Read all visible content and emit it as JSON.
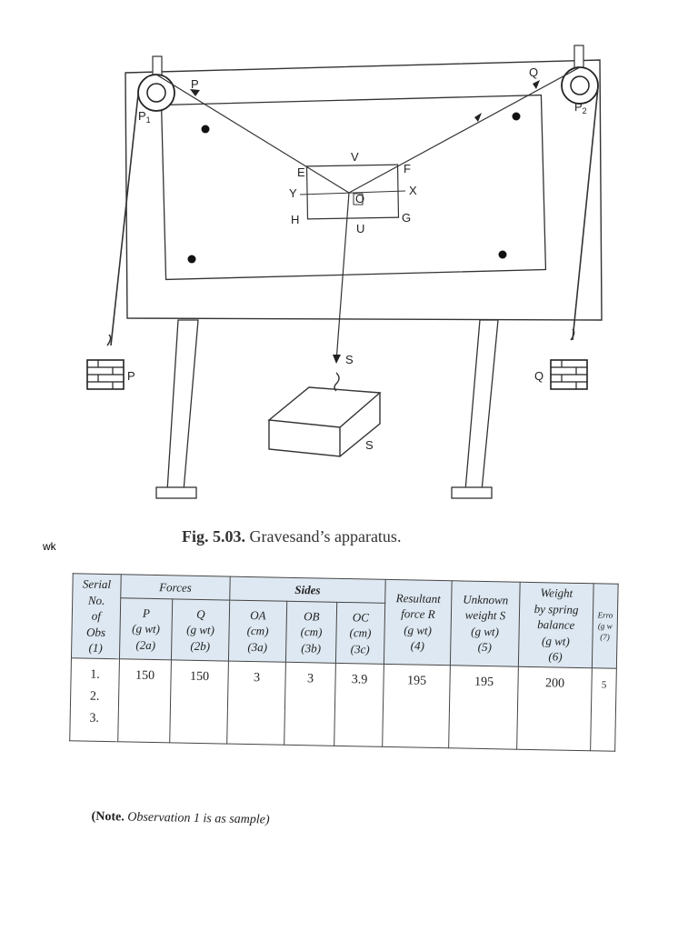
{
  "figure": {
    "labels": {
      "p_top": "P",
      "q_top": "Q",
      "p1": "P",
      "p1_sub": "1",
      "p2": "P",
      "p2_sub": "2",
      "v": "V",
      "e": "E",
      "f": "F",
      "y": "Y",
      "x": "X",
      "o": "O",
      "h": "H",
      "g": "G",
      "u": "U",
      "s_arrow": "S",
      "s_block": "S",
      "p_weight": "P",
      "q_weight": "Q"
    },
    "caption_number": "Fig. 5.03.",
    "caption_text": "Gravesand’s apparatus."
  },
  "margin_note": "wk",
  "table": {
    "headers": {
      "serial": [
        "Serial",
        "No.",
        "of",
        "Obs",
        "(1)"
      ],
      "forces": "Forces",
      "sides": "Sides",
      "p": [
        "P",
        "(g wt)",
        "(2a)"
      ],
      "q": [
        "Q",
        "(g wt)",
        "(2b)"
      ],
      "oa": [
        "OA",
        "(cm)",
        "(3a)"
      ],
      "ob": [
        "OB",
        "(cm)",
        "(3b)"
      ],
      "oc": [
        "OC",
        "(cm)",
        "(3c)"
      ],
      "resultant": [
        "Resultant",
        "force R",
        "(g wt)",
        "(4)"
      ],
      "unknown": [
        "Unknown",
        "weight S",
        "(g wt)",
        "(5)"
      ],
      "weight": [
        "Weight",
        "by spring",
        "balance",
        "(g wt)",
        "(6)"
      ],
      "error": [
        "Erro",
        "(g w",
        "(7)"
      ]
    },
    "rows": [
      {
        "serial": "1.",
        "p": "150",
        "q": "150",
        "oa": "3",
        "ob": "3",
        "oc": "3.9",
        "r": "195",
        "s": "195",
        "w": "200",
        "e": "5"
      },
      {
        "serial": "2.",
        "p": "",
        "q": "",
        "oa": "",
        "ob": "",
        "oc": "",
        "r": "",
        "s": "",
        "w": "",
        "e": ""
      },
      {
        "serial": "3.",
        "p": "",
        "q": "",
        "oa": "",
        "ob": "",
        "oc": "",
        "r": "",
        "s": "",
        "w": "",
        "e": ""
      }
    ],
    "note_bold": "(Note.",
    "note_text": " Observation 1 is as sample)"
  }
}
